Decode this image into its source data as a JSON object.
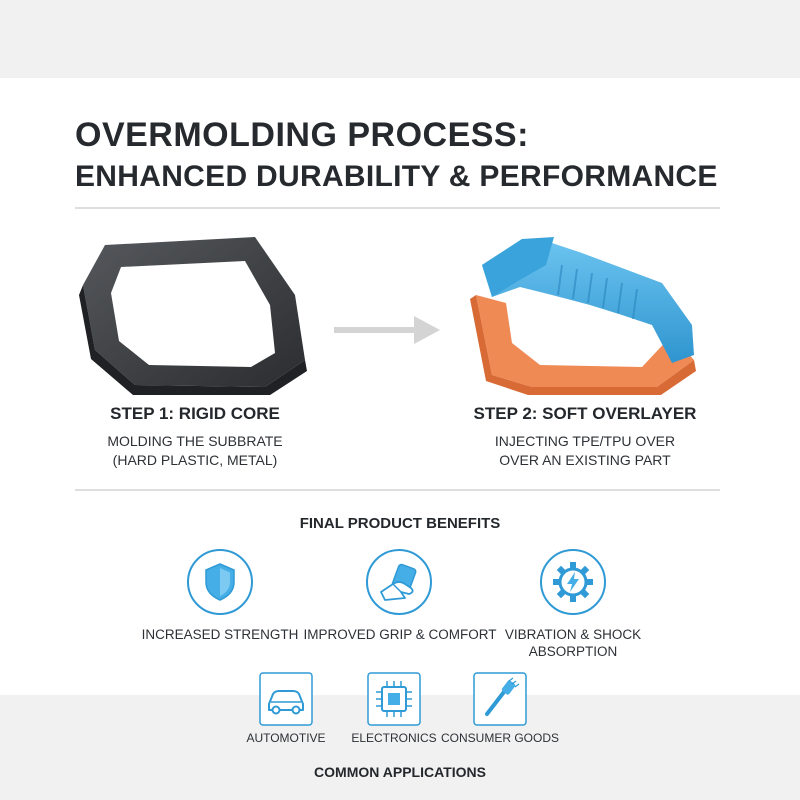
{
  "header": {
    "title_line1": "OVERMOLDING PROCESS:",
    "title_line2": "ENHANCED DURABILITY & PERFORMANCE"
  },
  "steps": [
    {
      "title": "STEP 1: RIGID CORE",
      "desc_line1": "MOLDING THE SUBBRATE",
      "desc_line2": "(HARD PLASTIC, METAL)"
    },
    {
      "title": "STEP 2: SOFT OVERLAYER",
      "desc_line1": "INJECTING TPE/TPU OVER",
      "desc_line2": "OVER AN EXISTING PART"
    }
  ],
  "benefits": {
    "title": "FINAL PRODUCT BENEFITS",
    "items": [
      {
        "label": "INCREASED STRENGTH",
        "icon": "shield-icon"
      },
      {
        "label": "IMPROVED GRIP & COMFORT",
        "icon": "hand-grip-icon"
      },
      {
        "label_line1": "VIBRATION & SHOCK",
        "label_line2": "ABSORPTION",
        "icon": "gear-lightning-icon"
      }
    ]
  },
  "applications": {
    "title": "COMMON APPLICATIONS",
    "items": [
      {
        "label": "AUTOMOTIVE",
        "icon": "car-icon"
      },
      {
        "label": "ELECTRONICS",
        "icon": "chip-icon"
      },
      {
        "label": "CONSUMER GOODS",
        "icon": "toothbrush-icon"
      }
    ]
  },
  "colors": {
    "core": "#3a3c3f",
    "overlay_blue": "#45aee6",
    "overlay_orange": "#f08a55",
    "accent": "#2f9ad6",
    "arrow": "#d4d4d4"
  }
}
